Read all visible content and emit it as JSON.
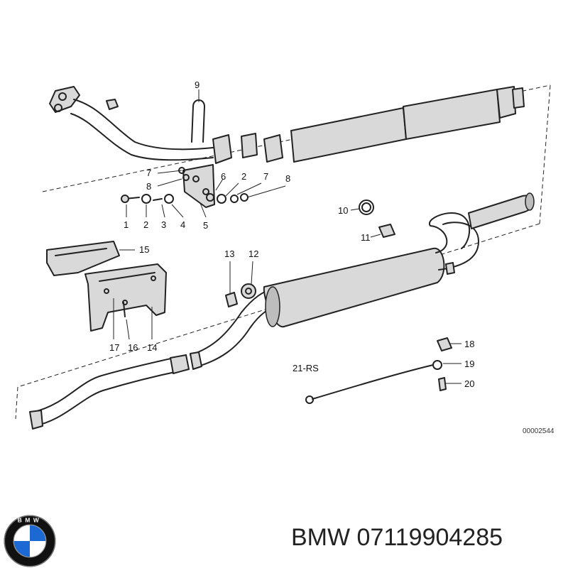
{
  "diagram": {
    "callouts": [
      "1",
      "2",
      "3",
      "4",
      "5",
      "6",
      "2",
      "7",
      "8",
      "7",
      "8",
      "9",
      "10",
      "11",
      "12",
      "13",
      "14",
      "15",
      "16",
      "17",
      "18",
      "19",
      "20"
    ],
    "set_label": "21-RS",
    "document_number": "00002544"
  },
  "footer": {
    "brand": "BMW",
    "part_number": "07119904285",
    "logo_text": "B M W"
  },
  "colors": {
    "logo_blue": "#1c69d4",
    "logo_ring": "#111111",
    "line": "#222222"
  }
}
